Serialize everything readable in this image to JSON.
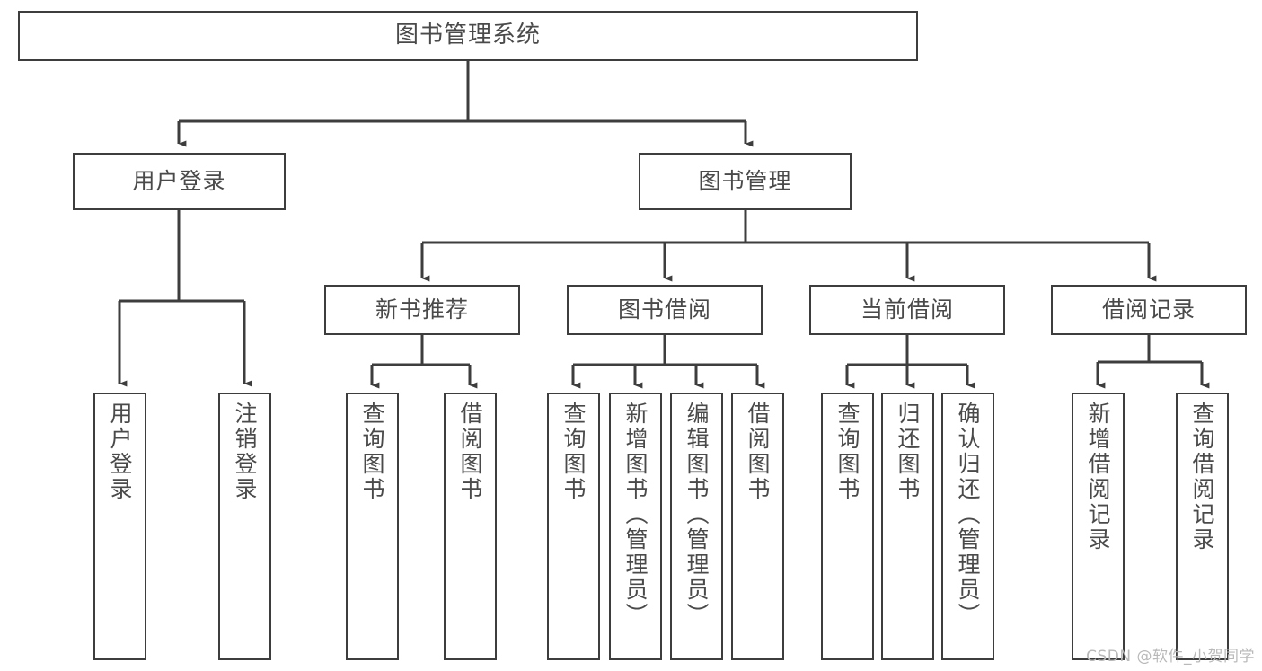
{
  "diagram": {
    "title": "图书管理系统",
    "type": "tree-hierarchy-chart",
    "background_color": "#ffffff",
    "line_color": "#3d3d3d",
    "text_color": "#4a4a4a"
  },
  "root": {
    "label": "图书管理系统"
  },
  "level2": [
    {
      "label": "用户登录"
    },
    {
      "label": "图书管理"
    }
  ],
  "level3": [
    {
      "label": "新书推荐"
    },
    {
      "label": "图书借阅"
    },
    {
      "label": "当前借阅"
    },
    {
      "label": "借阅记录"
    }
  ],
  "leaves": {
    "user_login": [
      {
        "label": "用户登录"
      },
      {
        "label": "注销登录"
      }
    ],
    "new_book_recommend": [
      {
        "label": "查询图书"
      },
      {
        "label": "借阅图书"
      }
    ],
    "book_borrow": [
      {
        "label": "查询图书"
      },
      {
        "label": "新增图书（管理员）"
      },
      {
        "label": "编辑图书（管理员）"
      },
      {
        "label": "借阅图书"
      }
    ],
    "current_borrow": [
      {
        "label": "查询图书"
      },
      {
        "label": "归还图书"
      },
      {
        "label": "确认归还（管理员）"
      }
    ],
    "borrow_records": [
      {
        "label": "新增借阅记录"
      },
      {
        "label": "查询借阅记录"
      }
    ]
  },
  "watermark": {
    "text": "CSDN @软件_小贺同学"
  }
}
